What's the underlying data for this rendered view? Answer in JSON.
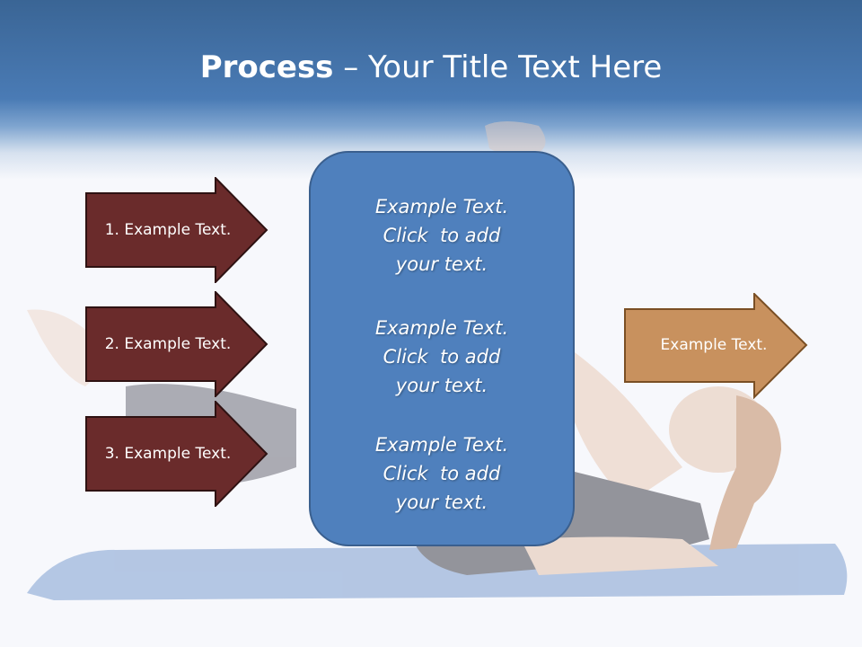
{
  "slide": {
    "title_bold": "Process",
    "title_rest": " – Your Title Text Here"
  },
  "left_steps": [
    {
      "label": "1. Example Text."
    },
    {
      "label": "2. Example Text."
    },
    {
      "label": "3. Example Text."
    }
  ],
  "center_blocks": [
    {
      "lines": [
        "Example Text.",
        "Click  to add",
        "your text."
      ]
    },
    {
      "lines": [
        "Example Text.",
        "Click  to add",
        "your text."
      ]
    },
    {
      "lines": [
        "Example Text.",
        "Click  to add",
        "your text."
      ]
    }
  ],
  "right_output": {
    "label": "Example Text."
  },
  "colors": {
    "header": "#4a7bb5",
    "step_arrow": "#6a2b2b",
    "center_box": "#4f80bd",
    "output_arrow": "#c8915e"
  }
}
